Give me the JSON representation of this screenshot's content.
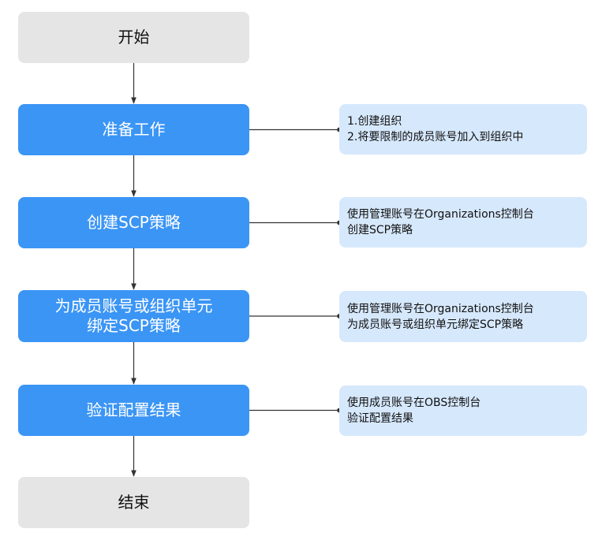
{
  "steps": [
    {
      "id": "start",
      "lines": [
        "开始"
      ],
      "kind": "terminal"
    },
    {
      "id": "prepare",
      "lines": [
        "准备工作"
      ],
      "kind": "process"
    },
    {
      "id": "create-scp",
      "lines": [
        "创建SCP策略"
      ],
      "kind": "process"
    },
    {
      "id": "bind-scp",
      "lines": [
        "为成员账号或组织单元",
        "绑定SCP策略"
      ],
      "kind": "process"
    },
    {
      "id": "verify",
      "lines": [
        "验证配置结果"
      ],
      "kind": "process"
    },
    {
      "id": "end",
      "lines": [
        "结束"
      ],
      "kind": "terminal"
    }
  ],
  "notes": {
    "prepare": [
      "1.创建组织",
      "2.将要限制的成员账号加入到组织中"
    ],
    "create-scp": [
      "使用管理账号在Organizations控制台",
      "创建SCP策略"
    ],
    "bind-scp": [
      "使用管理账号在Organizations控制台",
      "为成员账号或组织单元绑定SCP策略"
    ],
    "verify": [
      "使用成员账号在OBS控制台",
      "验证配置结果"
    ]
  },
  "colors": {
    "terminal": "#e5e5e5",
    "process": "#3b95f5",
    "note": "#d6e8fc",
    "connector": "#333333"
  }
}
